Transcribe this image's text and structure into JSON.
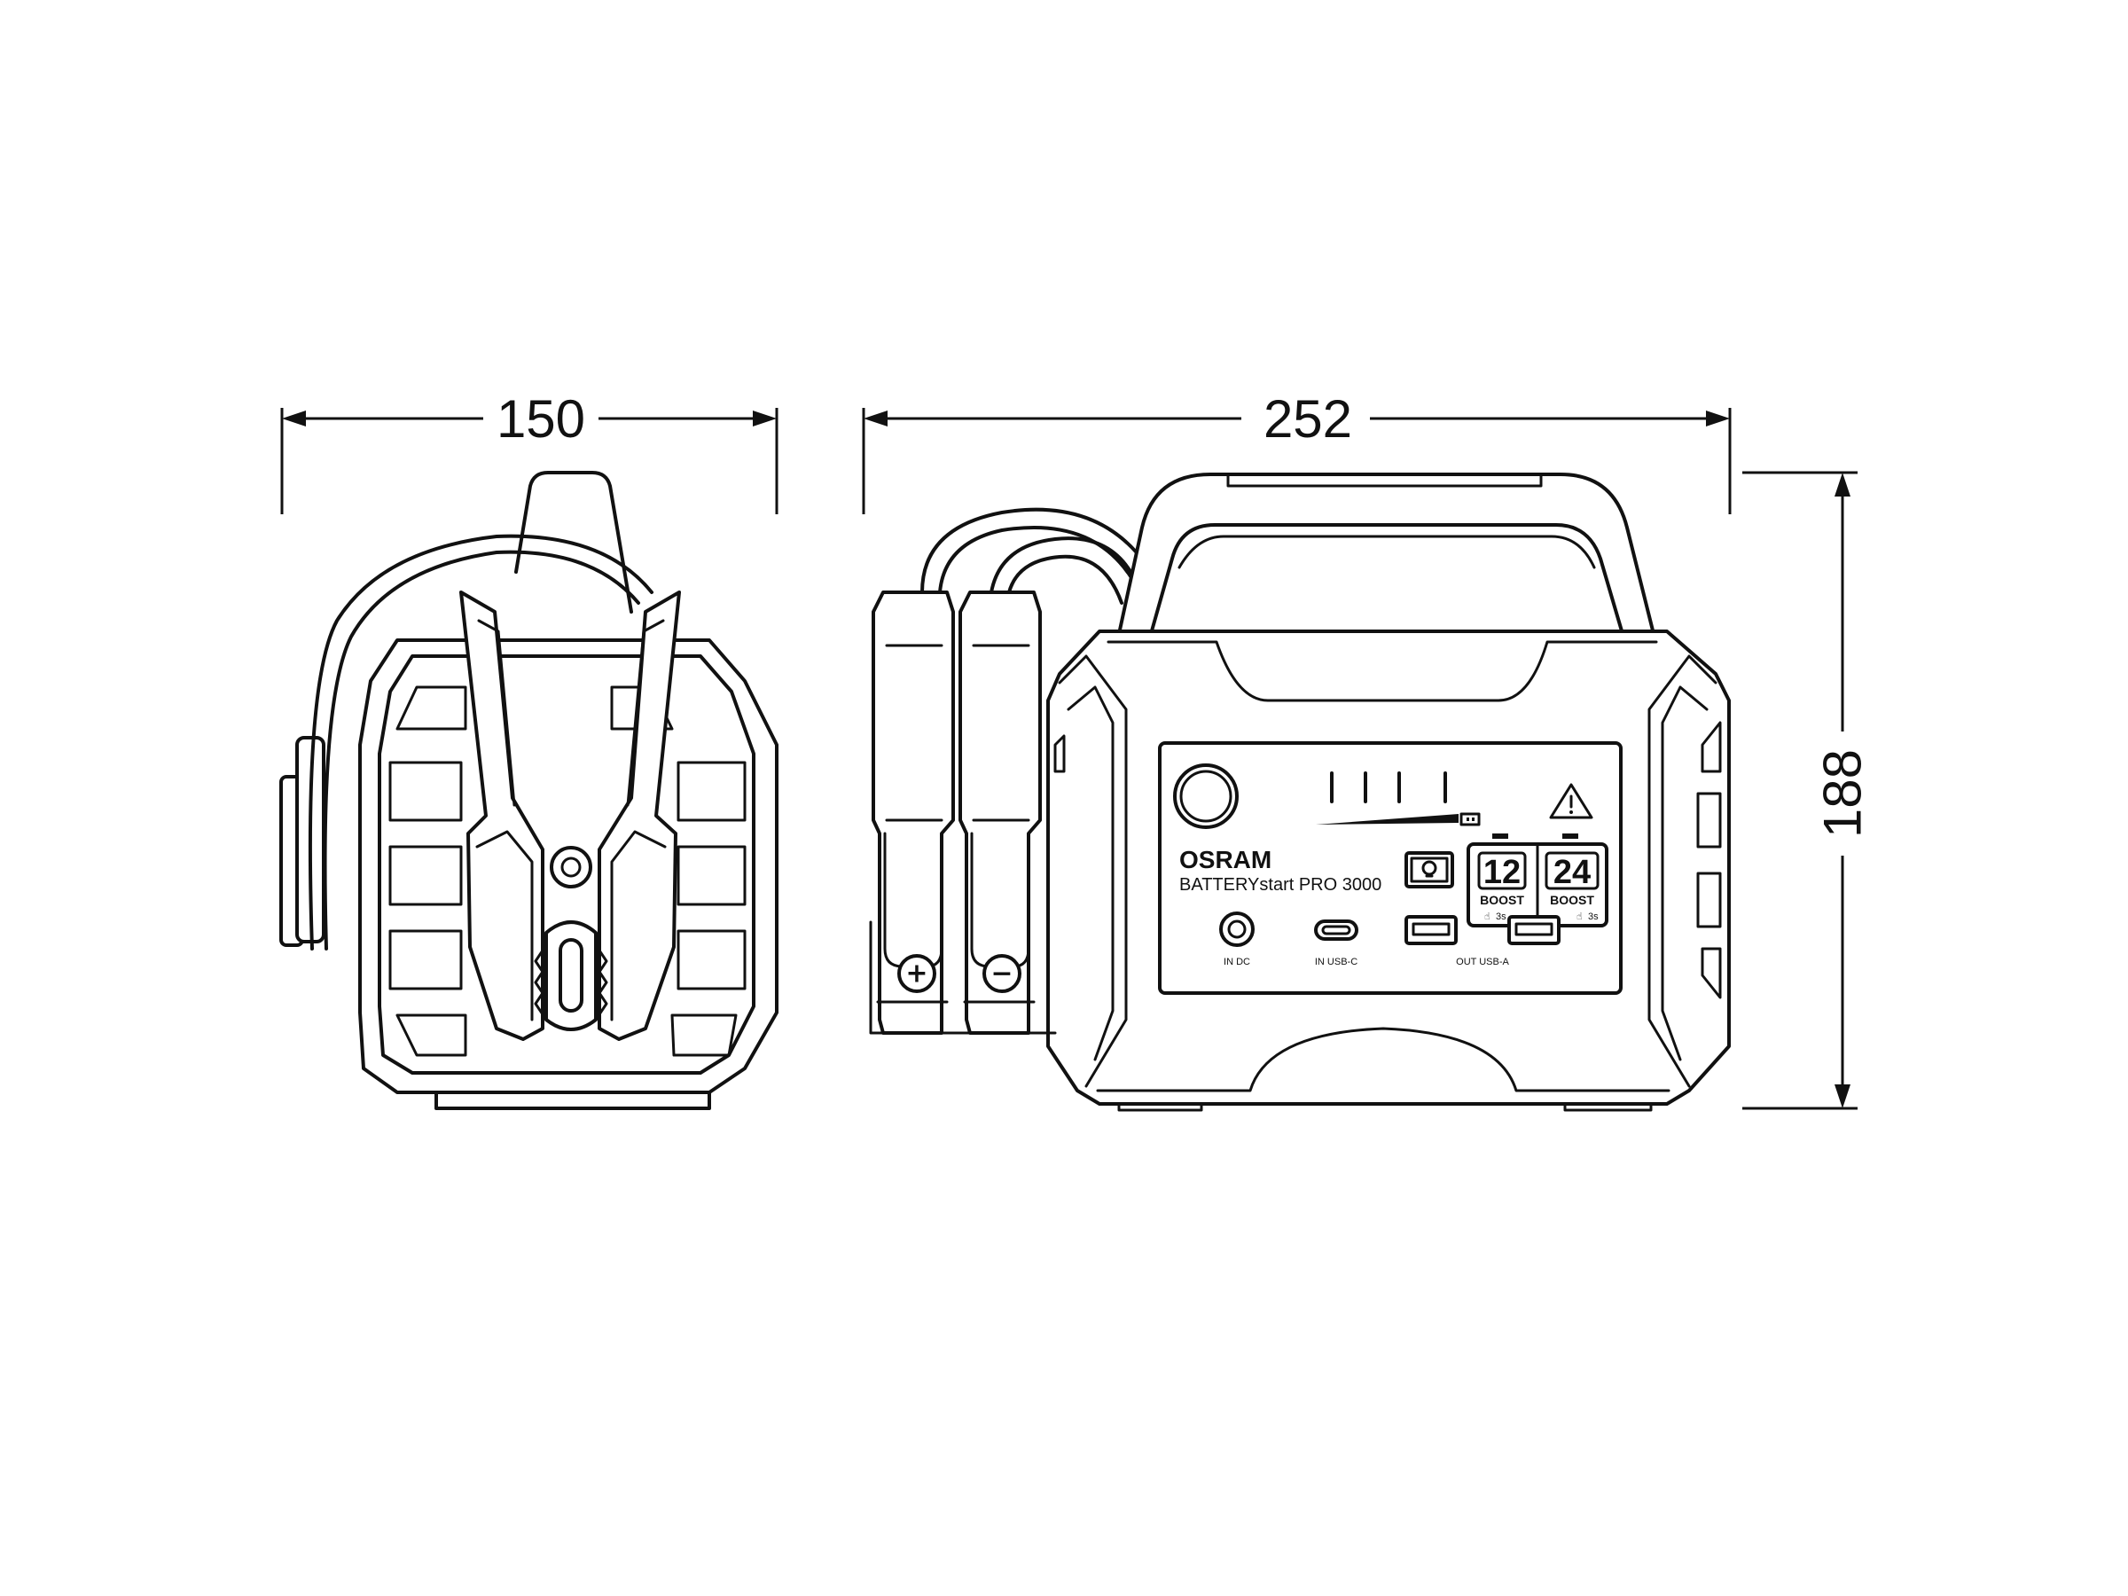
{
  "dimensions": {
    "width": "150",
    "length": "252",
    "height": "188"
  },
  "device": {
    "brand": "OSRAM",
    "model": "BATTERYstart PRO 3000",
    "ports": {
      "in_dc": "IN DC",
      "in_usbc": "IN USB-C",
      "out_usba": "OUT USB-A"
    },
    "boost_buttons": [
      {
        "voltage": "12",
        "label": "BOOST",
        "hold": "3s"
      },
      {
        "voltage": "24",
        "label": "BOOST",
        "hold": "3s"
      }
    ],
    "clamps": {
      "positive": "+",
      "negative": "−"
    },
    "icons": [
      "power-button-icon",
      "battery-level-icon",
      "warning-triangle-icon",
      "light-bulb-icon",
      "hand-press-icon"
    ]
  }
}
